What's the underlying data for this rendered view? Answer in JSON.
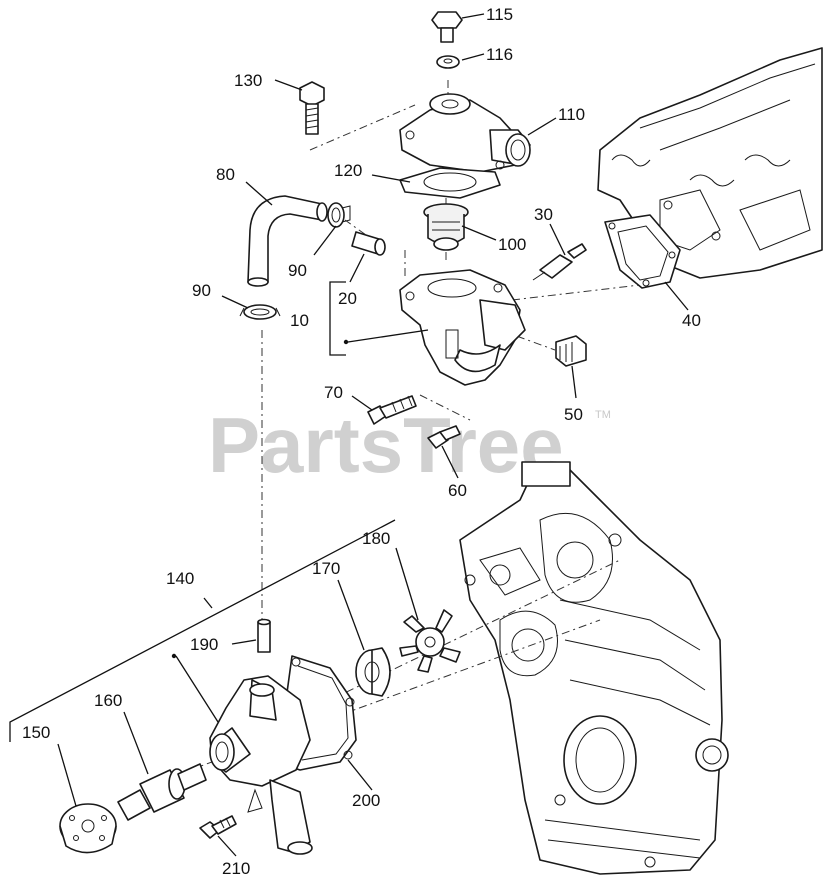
{
  "watermark": {
    "text": "PartsTree",
    "trademark": "TM"
  },
  "callouts": [
    "115",
    "116",
    "130",
    "110",
    "120",
    "80",
    "30",
    "100",
    "90",
    "20",
    "10",
    "40",
    "50",
    "70",
    "60",
    "140",
    "180",
    "170",
    "190",
    "160",
    "150",
    "200",
    "210"
  ]
}
